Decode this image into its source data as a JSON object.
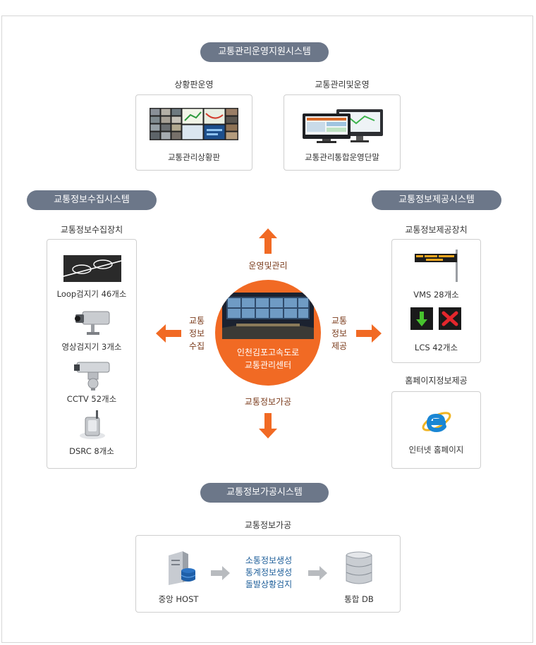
{
  "colors": {
    "pill_bg": "#6c7789",
    "accent": "#f16a24",
    "link_blue": "#1e5f9a"
  },
  "support_system": {
    "title": "교통관리운영지원시스템",
    "situation": {
      "label": "상황판운영",
      "caption": "교통관리상황판",
      "icon": "monitor-wall-icon"
    },
    "operation": {
      "label": "교통관리및운영",
      "caption": "교통관리통합운영단말",
      "icon": "dual-monitor-icon"
    }
  },
  "collect_system": {
    "title": "교통정보수집시스템",
    "label": "교통정보수집장치",
    "items": [
      {
        "caption": "Loop검지기 46개소",
        "icon": "loop-detector-icon"
      },
      {
        "caption": "영상검지기 3개소",
        "icon": "video-detector-icon"
      },
      {
        "caption": "CCTV 52개소",
        "icon": "cctv-camera-icon"
      },
      {
        "caption": "DSRC 8개소",
        "icon": "dsrc-device-icon"
      }
    ]
  },
  "provide_system": {
    "title": "교통정보제공시스템",
    "device_label": "교통정보제공장치",
    "vms": {
      "caption": "VMS 28개소",
      "icon": "vms-sign-icon"
    },
    "lcs": {
      "caption": "LCS 42개소",
      "icon": "lane-control-signal-icon"
    },
    "web_label": "홈페이지정보제공",
    "web": {
      "caption": "인터넷 홈페이지",
      "icon": "internet-explorer-icon"
    }
  },
  "center": {
    "line1": "인천김포고속도로",
    "line2": "교통관리센터",
    "top_label": "운영및관리",
    "bottom_label": "교통정보가공",
    "left_label": [
      "교통",
      "정보",
      "수집"
    ],
    "right_label": [
      "교통",
      "정보",
      "제공"
    ]
  },
  "process_system": {
    "title": "교통정보가공시스템",
    "label": "교통정보가공",
    "host_caption": "중앙 HOST",
    "db_caption": "통합 DB",
    "steps": [
      "소통정보생성",
      "통계정보생성",
      "돌발상황검지"
    ]
  }
}
